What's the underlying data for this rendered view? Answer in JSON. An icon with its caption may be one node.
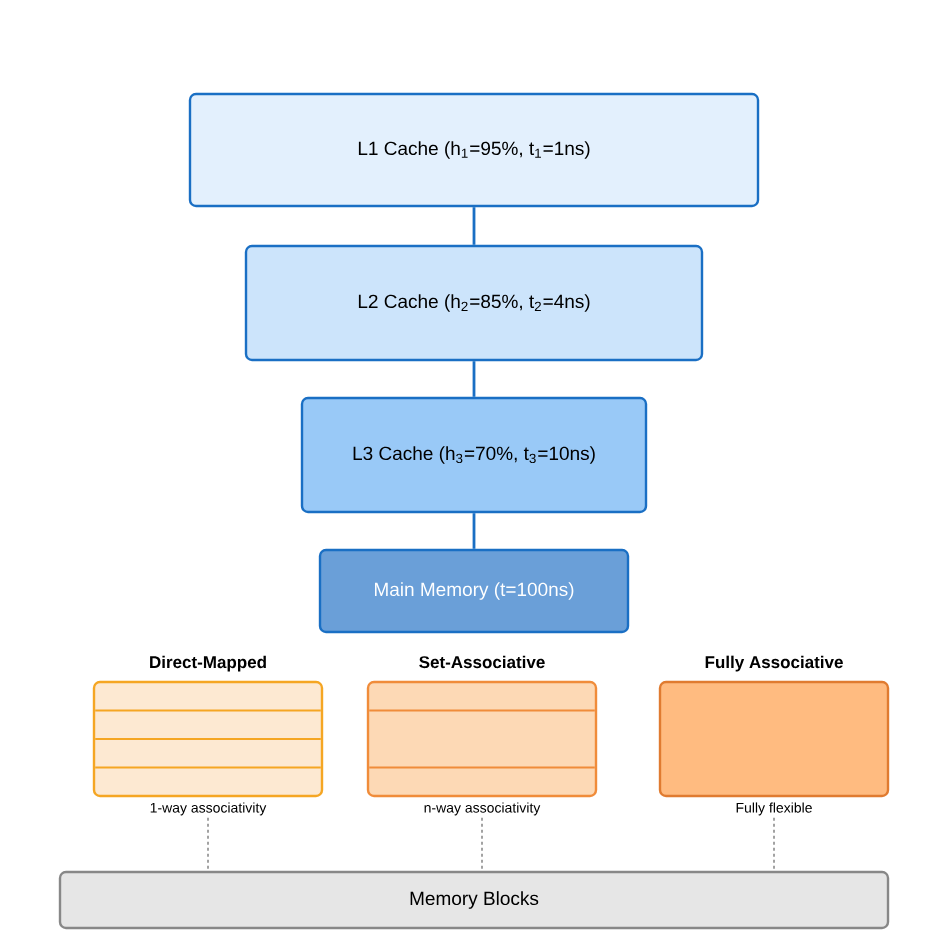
{
  "diagram": {
    "nodes": [
      {
        "text": [
          "L1 Cache (h$_{1}$=95%, t$_{1}$=1ns)"
        ]
      },
      {
        "text": [
          "L2 Cache (h$_{2}$=85%, t$_{2}$=4ns)"
        ]
      },
      {
        "text": [
          "L3 Cache (h$_{3}$=70%, t$_{3}$=10ns)"
        ]
      },
      {
        "text": [
          "Main Memory (t=100ns)"
        ]
      },
      {
        "text": [
          "Direct-Mapped"
        ],
        "beside": [
          "1-way associativity"
        ]
      },
      {
        "text": [
          "Set-Associative"
        ],
        "beside": [
          "n-way associativity"
        ]
      },
      {
        "text": [
          "Fully Associative"
        ],
        "beside": [
          "Fully flexible"
        ]
      },
      {
        "text": [
          "Memory Blocks"
        ]
      }
    ],
    "edges": [
      {
        "from": 0,
        "to": 1,
        "arrow": "none"
      },
      {
        "from": 1,
        "to": 2,
        "arrow": "none"
      },
      {
        "from": 2,
        "to": 3,
        "arrow": "none"
      },
      {
        "from": 4,
        "to": 7,
        "arrow": "none",
        "style": "dashed",
        "color": "#999999"
      },
      {
        "from": 5,
        "to": 7,
        "arrow": "none",
        "style": "dashed",
        "color": "#999999"
      },
      {
        "from": 6,
        "to": 7,
        "arrow": "none",
        "style": "dashed",
        "color": "#999999"
      }
    ]
  }
}
